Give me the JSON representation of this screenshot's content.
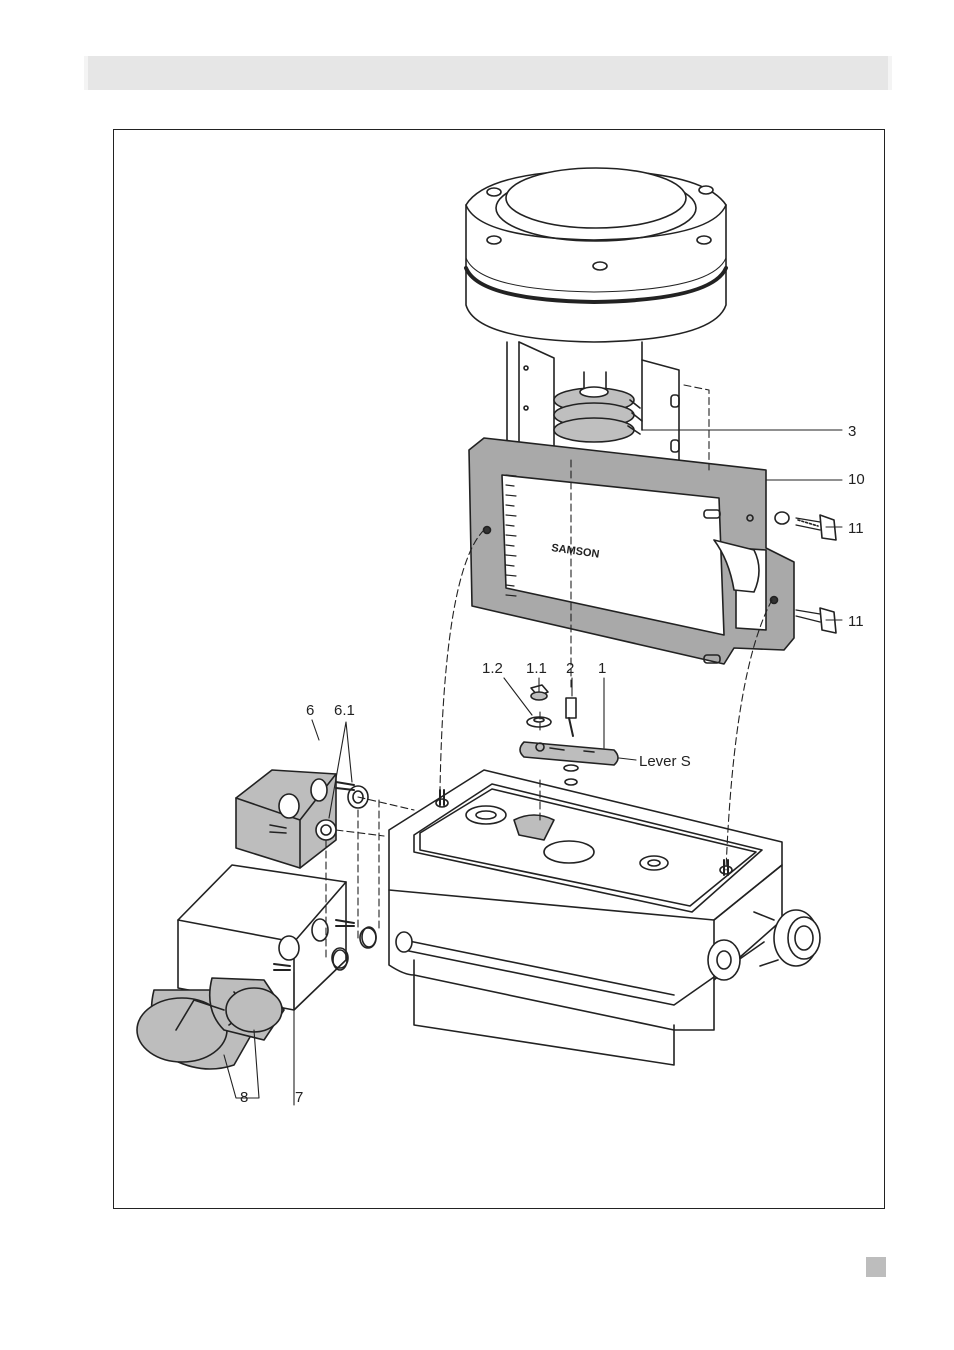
{
  "figure": {
    "brand": "SAMSON",
    "labels": {
      "l3": "3",
      "l10": "10",
      "l11a": "11",
      "l11b": "11",
      "l12": "1.2",
      "l11n": "1.1",
      "l2": "2",
      "l1": "1",
      "lever": "Lever S",
      "l6": "6",
      "l61": "6.1",
      "l8": "8",
      "l7": "7"
    }
  },
  "colors": {
    "bracket": "#a9a9a9",
    "gray_block": "#bdbdbd",
    "line": "#222222",
    "header": "#e6e6e6"
  }
}
